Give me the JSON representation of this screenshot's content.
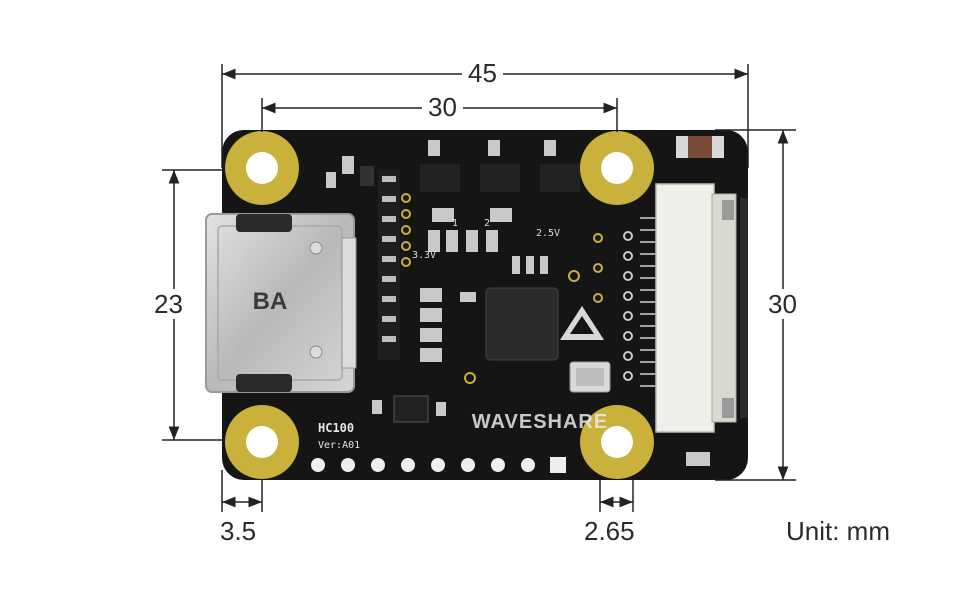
{
  "dimensions": {
    "overall_width": "45",
    "hole_spacing_x": "30",
    "overall_height": "30",
    "hole_spacing_y": "23",
    "hole_edge_offset": "3.5",
    "right_hole_offset": "2.65"
  },
  "unit": "Unit: mm",
  "board": {
    "brand": "WAVESHARE",
    "model": "HC100",
    "version": "Ver:A01",
    "connector_marking": "BA",
    "silk_3v3": "3.3V",
    "silk_2v5": "2.5V",
    "silk_2": "2",
    "silk_1": "1"
  },
  "colors": {
    "pcb": "#151515",
    "pad_gold": "#c9b13b",
    "dimension_line": "#222222",
    "connector_white": "#efefea",
    "hdmi_metal": "#c8c8c8"
  }
}
